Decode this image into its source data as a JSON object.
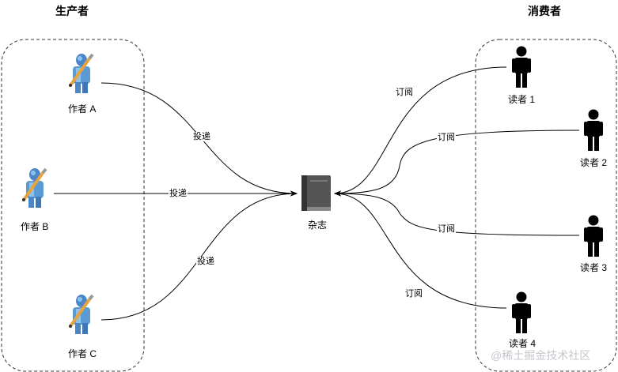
{
  "groups": {
    "producer_title": "生产者",
    "consumer_title": "消费者"
  },
  "center": {
    "label": "杂志",
    "icon": "book-icon"
  },
  "authors": [
    {
      "label": "作者 A",
      "icon": "writer-icon"
    },
    {
      "label": "作者 B",
      "icon": "writer-icon"
    },
    {
      "label": "作者 C",
      "icon": "writer-icon"
    }
  ],
  "readers": [
    {
      "label": "读者 1",
      "icon": "person-icon"
    },
    {
      "label": "读者 2",
      "icon": "person-icon"
    },
    {
      "label": "读者 3",
      "icon": "person-icon"
    },
    {
      "label": "读者 4",
      "icon": "person-icon"
    }
  ],
  "edges": {
    "deliver_label": "投递",
    "subscribe_label": "订阅"
  },
  "watermark": "@稀土掘金技术社区",
  "colors": {
    "writer_body": "#5b9bd5",
    "writer_head": "#4a86c8",
    "pencil": "#e8a33d",
    "book": "#555555",
    "person": "#000000",
    "line": "#000000",
    "group_border": "#333333"
  }
}
